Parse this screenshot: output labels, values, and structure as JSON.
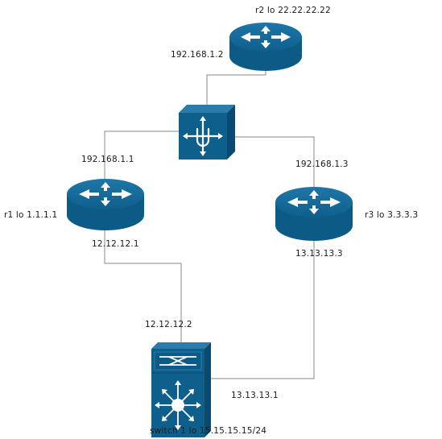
{
  "devices": {
    "r2": {
      "name": "r2 lo 22.22.22.22",
      "icon": "router-icon"
    },
    "core_switch": {
      "icon": "multilayer-switch-icon"
    },
    "r1": {
      "name": "r1 lo 1.1.1.1",
      "icon": "router-icon"
    },
    "r3": {
      "name": "r3 lo 3.3.3.3",
      "icon": "router-icon"
    },
    "switch1": {
      "name": "switch 1 lo 15.15.15.15/24",
      "icon": "layer3-switch-icon"
    }
  },
  "interfaces": {
    "r2_g": "192.168.1.2",
    "r1_g": "192.168.1.1",
    "r3_g": "192.168.1.3",
    "r1_s": "12.12.12.1",
    "sw_r1": "12.12.12.2",
    "r3_s": "13.13.13.3",
    "sw_r3": "13.13.13.1"
  },
  "colors": {
    "device_blue": "#0f5f8c",
    "device_blue_dark": "#0a4a70",
    "link_gray": "#8a8a8a"
  }
}
